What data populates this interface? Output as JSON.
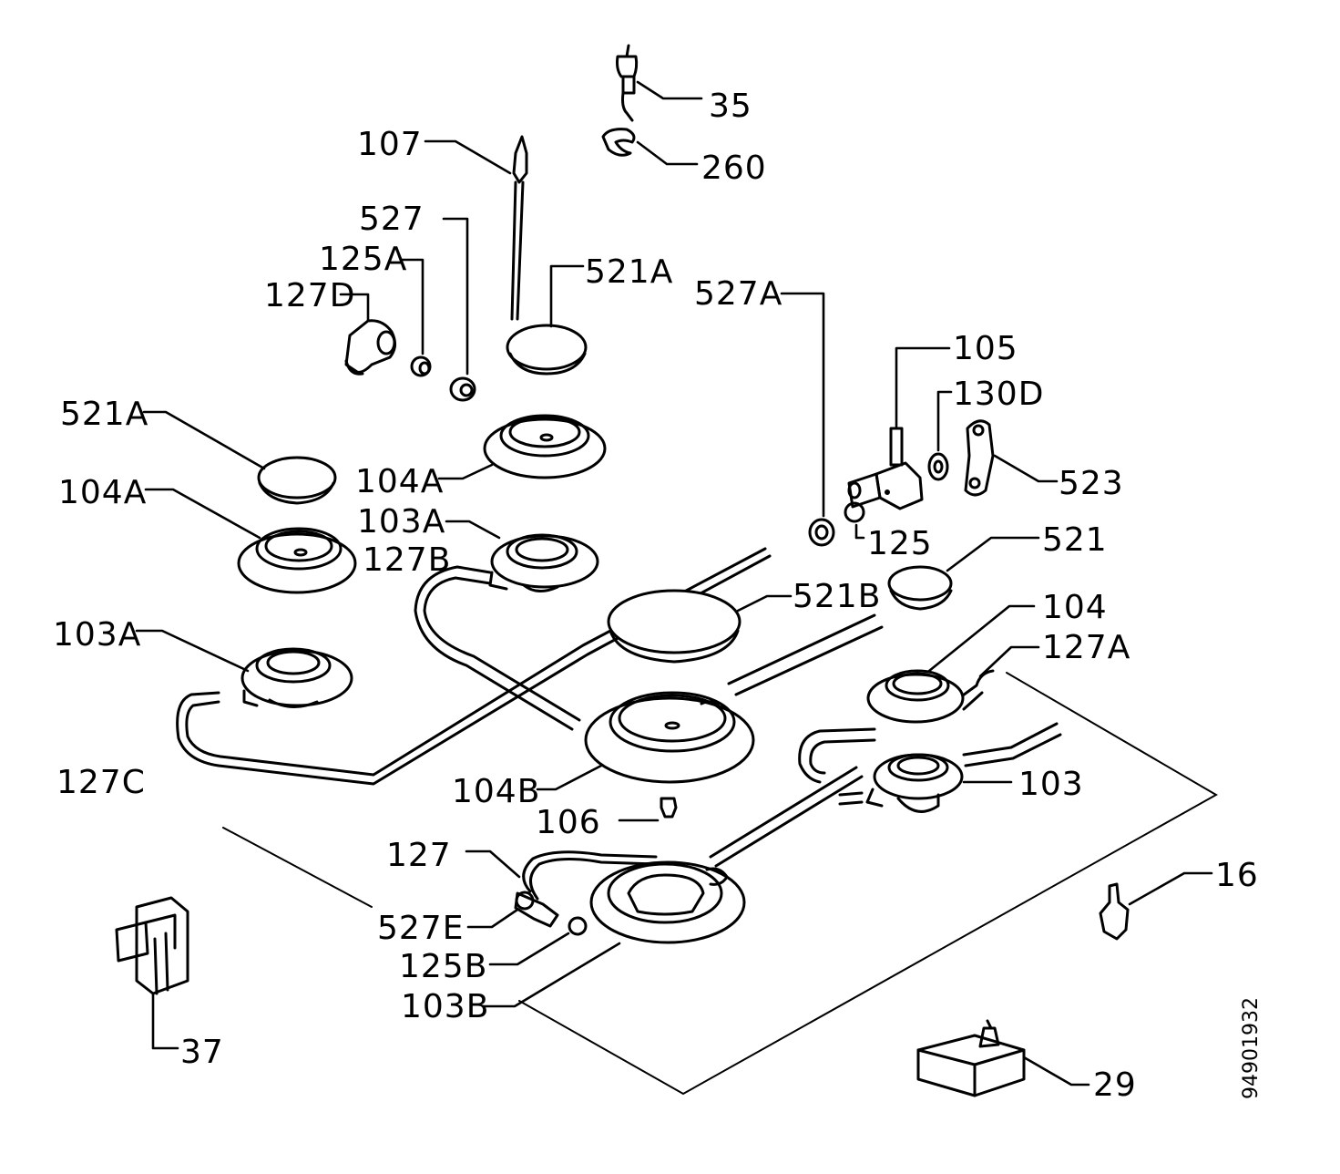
{
  "drawing_number": "94901932",
  "labels": {
    "l35": "35",
    "l260": "260",
    "l107": "107",
    "l527": "527",
    "l125A": "125A",
    "l127D": "127D",
    "l521A_top": "521A",
    "l527A": "527A",
    "l105": "105",
    "l130D": "130D",
    "l523": "523",
    "l521A_left": "521A",
    "l104A_center": "104A",
    "l104A_left": "104A",
    "l103A_center": "103A",
    "l127B": "127B",
    "l125": "125",
    "l521": "521",
    "l521B": "521B",
    "l103A_left": "103A",
    "l104": "104",
    "l127A": "127A",
    "l127C": "127C",
    "l104B": "104B",
    "l103": "103",
    "l106": "106",
    "l127": "127",
    "l16": "16",
    "l527E": "527E",
    "l125B": "125B",
    "l103B": "103B",
    "l37": "37",
    "l29": "29"
  }
}
